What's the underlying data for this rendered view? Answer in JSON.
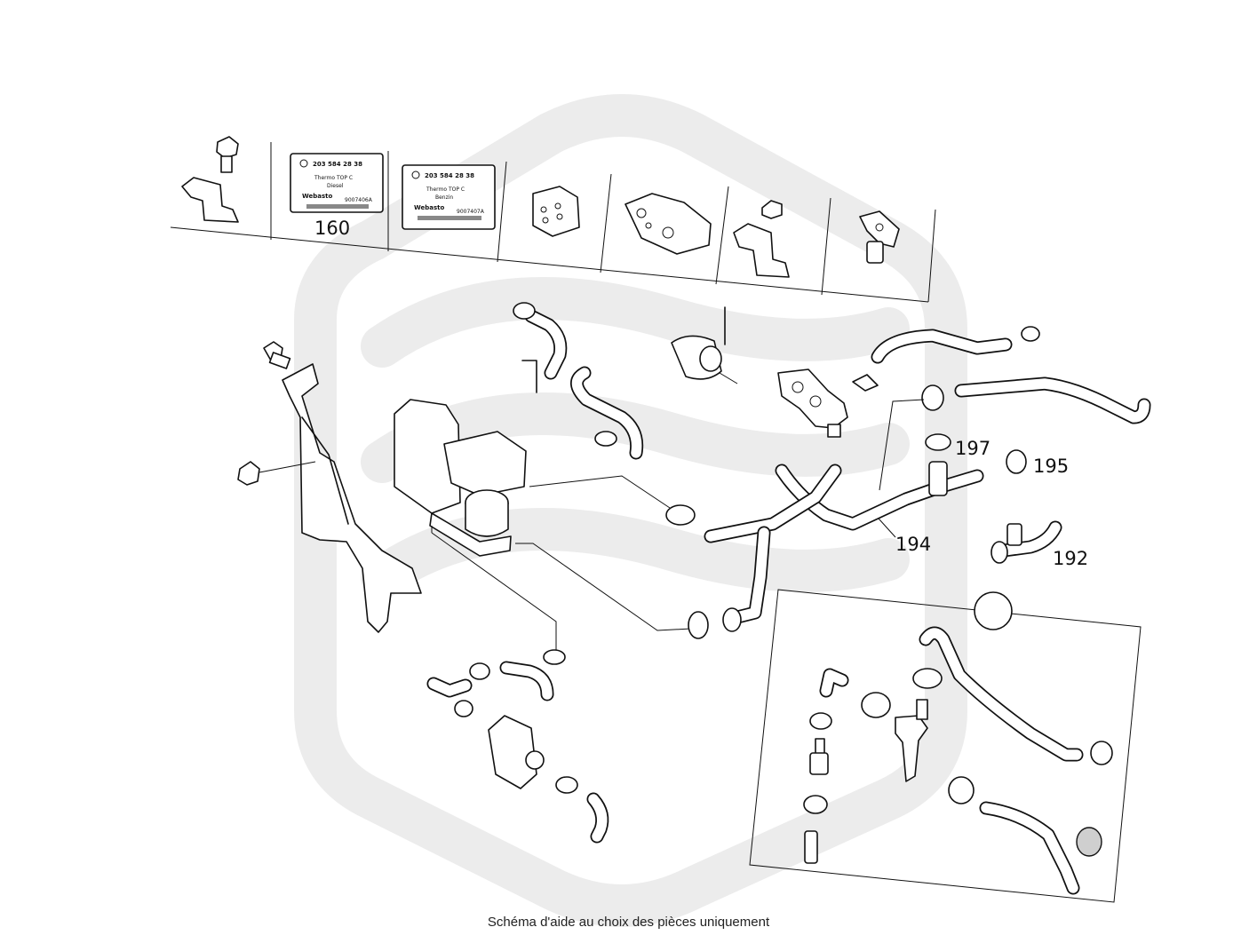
{
  "caption": "Schéma d'aide au choix des pièces uniquement",
  "labels": [
    {
      "line1": "203 584 28 38",
      "line2": "Thermo TOP C",
      "line3": "Diesel",
      "brand": "Webasto",
      "partno": "9007406A",
      "callout": "160"
    },
    {
      "line1": "203 584 28 38",
      "line2": "Thermo TOP C",
      "line3": "Benzin",
      "brand": "Webasto",
      "partno": "9007407A"
    }
  ],
  "callouts": {
    "c197": "197",
    "c195": "195",
    "c194": "194",
    "c192": "192"
  },
  "colors": {
    "line": "#111111",
    "watermark": "#ececec",
    "background": "#ffffff"
  }
}
